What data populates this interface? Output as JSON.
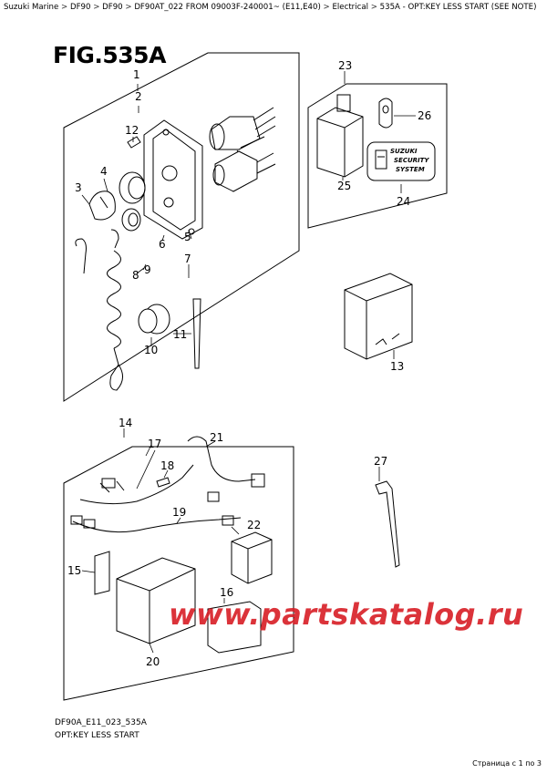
{
  "breadcrumb": [
    {
      "label": "Suzuki Marine"
    },
    {
      "label": "DF90"
    },
    {
      "label": "DF90"
    },
    {
      "label": "DF90AT_022 FROM 09003F-240001~ (E11,E40)"
    },
    {
      "label": "Electrical"
    },
    {
      "label": "535A - OPT:KEY LESS START (SEE NOTE)"
    }
  ],
  "breadcrumb_separator": ">",
  "figure": {
    "title": "FIG.535A",
    "code": "DF90A_E11_023_535A",
    "subtitle": "OPT:KEY LESS START"
  },
  "badge": {
    "line1": "SUZUKI",
    "line2": "SECURITY",
    "line3": "SYSTEM"
  },
  "callouts": [
    "1",
    "2",
    "3",
    "4",
    "5",
    "6",
    "7",
    "8",
    "9",
    "10",
    "11",
    "12",
    "13",
    "14",
    "15",
    "16",
    "17",
    "18",
    "19",
    "20",
    "21",
    "22",
    "23",
    "24",
    "25",
    "26",
    "27"
  ],
  "watermark": "www.partskatalog.ru",
  "page_info": "Страница с 1 по 3",
  "colors": {
    "watermark": "#d81e25",
    "line": "#000000"
  }
}
